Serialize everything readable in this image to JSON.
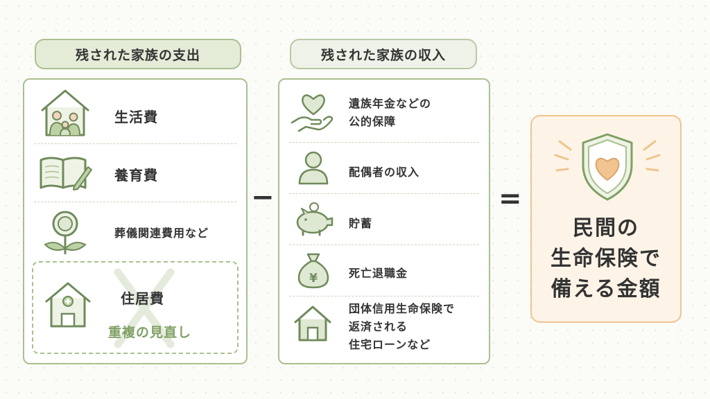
{
  "expenses": {
    "title": "残された家族の支出",
    "items": [
      {
        "label": "生活費",
        "icon": "house-family-icon"
      },
      {
        "label": "養育費",
        "icon": "book-pencil-icon"
      },
      {
        "label": "葬儀関連費用など",
        "icon": "funeral-flower-icon"
      }
    ],
    "excluded": {
      "label": "住居費",
      "note": "重複の見直し",
      "icon": "house-cross-icon"
    }
  },
  "income": {
    "title": "残された家族の収入",
    "items": [
      {
        "line1": "遺族年金などの",
        "line2": "公的保障",
        "icon": "hand-heart-icon"
      },
      {
        "label": "配偶者の収入",
        "icon": "person-icon"
      },
      {
        "label": "貯蓄",
        "icon": "piggy-bank-icon"
      },
      {
        "label": "死亡退職金",
        "icon": "money-bag-yen-icon"
      },
      {
        "line1": "団体信用生命保険で",
        "line2": "返済される",
        "line3": "住宅ローンなど",
        "icon": "house-icon"
      }
    ]
  },
  "operators": {
    "minus": "−",
    "equals": "="
  },
  "result": {
    "line1": "民間の",
    "line2": "生命保険で",
    "line3": "備える金額",
    "icon": "shield-heart-icon"
  },
  "colors": {
    "green": "#a9c08e",
    "green_fill": "#dfe8d2",
    "green_dark": "#7fa064",
    "orange": "#efc48e",
    "orange_fill": "#fdf4e7"
  }
}
